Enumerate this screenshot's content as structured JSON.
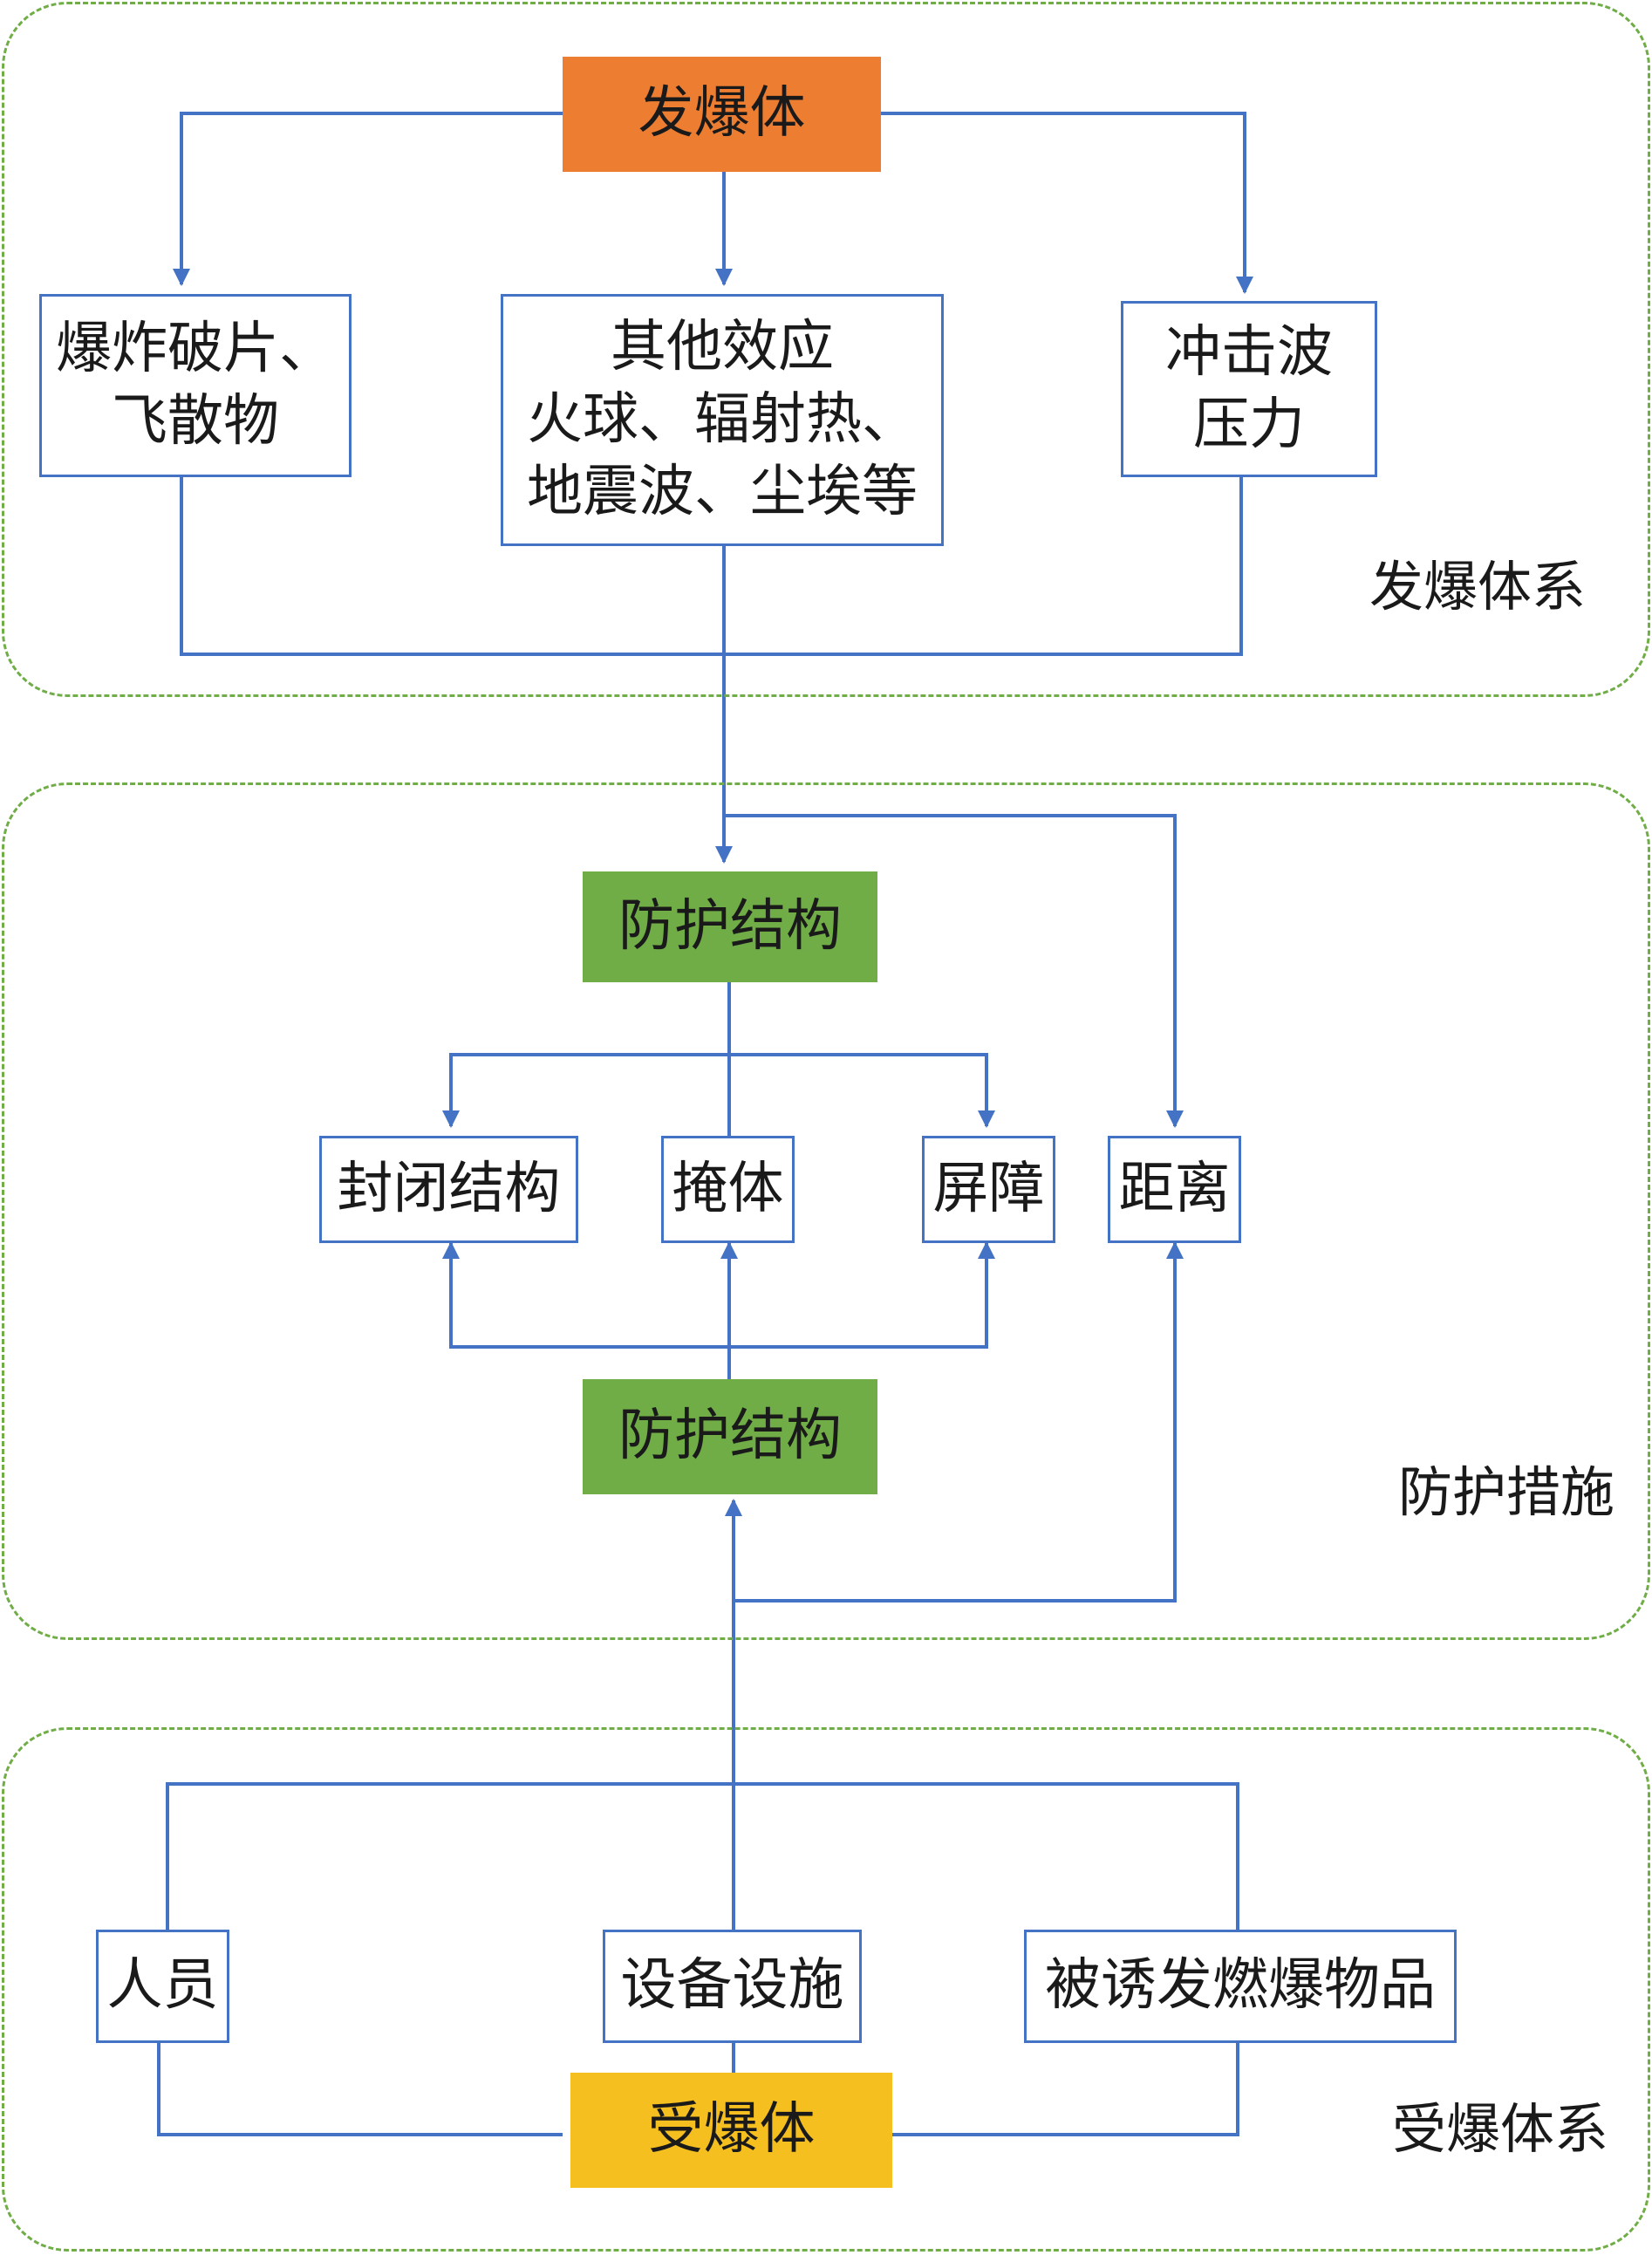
{
  "regions": {
    "explosive_system": "发爆体系",
    "protection_measures": "防护措施",
    "receiver_system": "受爆体系"
  },
  "nodes": {
    "source": "发爆体",
    "fragments": [
      "爆炸破片、",
      "飞散物"
    ],
    "other_effects": [
      "其他效应",
      "火球、辐射热、",
      "地震波、尘埃等"
    ],
    "shockwave": [
      "冲击波",
      "压力"
    ],
    "protective_structure_top": "防护结构",
    "enclosed_structure": "封闭结构",
    "bunker": "掩体",
    "barrier": "屏障",
    "distance": "距离",
    "protective_structure_bottom": "防护结构",
    "personnel": "人员",
    "equipment_facilities": "设备设施",
    "induced_explosives": "被诱发燃爆物品",
    "receiver": "受爆体"
  },
  "colors": {
    "line": "#4472c4",
    "region_border": "#70ad47",
    "source_fill": "#ed7d31",
    "protection_fill": "#70ad47",
    "receiver_fill": "#f5bf20"
  }
}
